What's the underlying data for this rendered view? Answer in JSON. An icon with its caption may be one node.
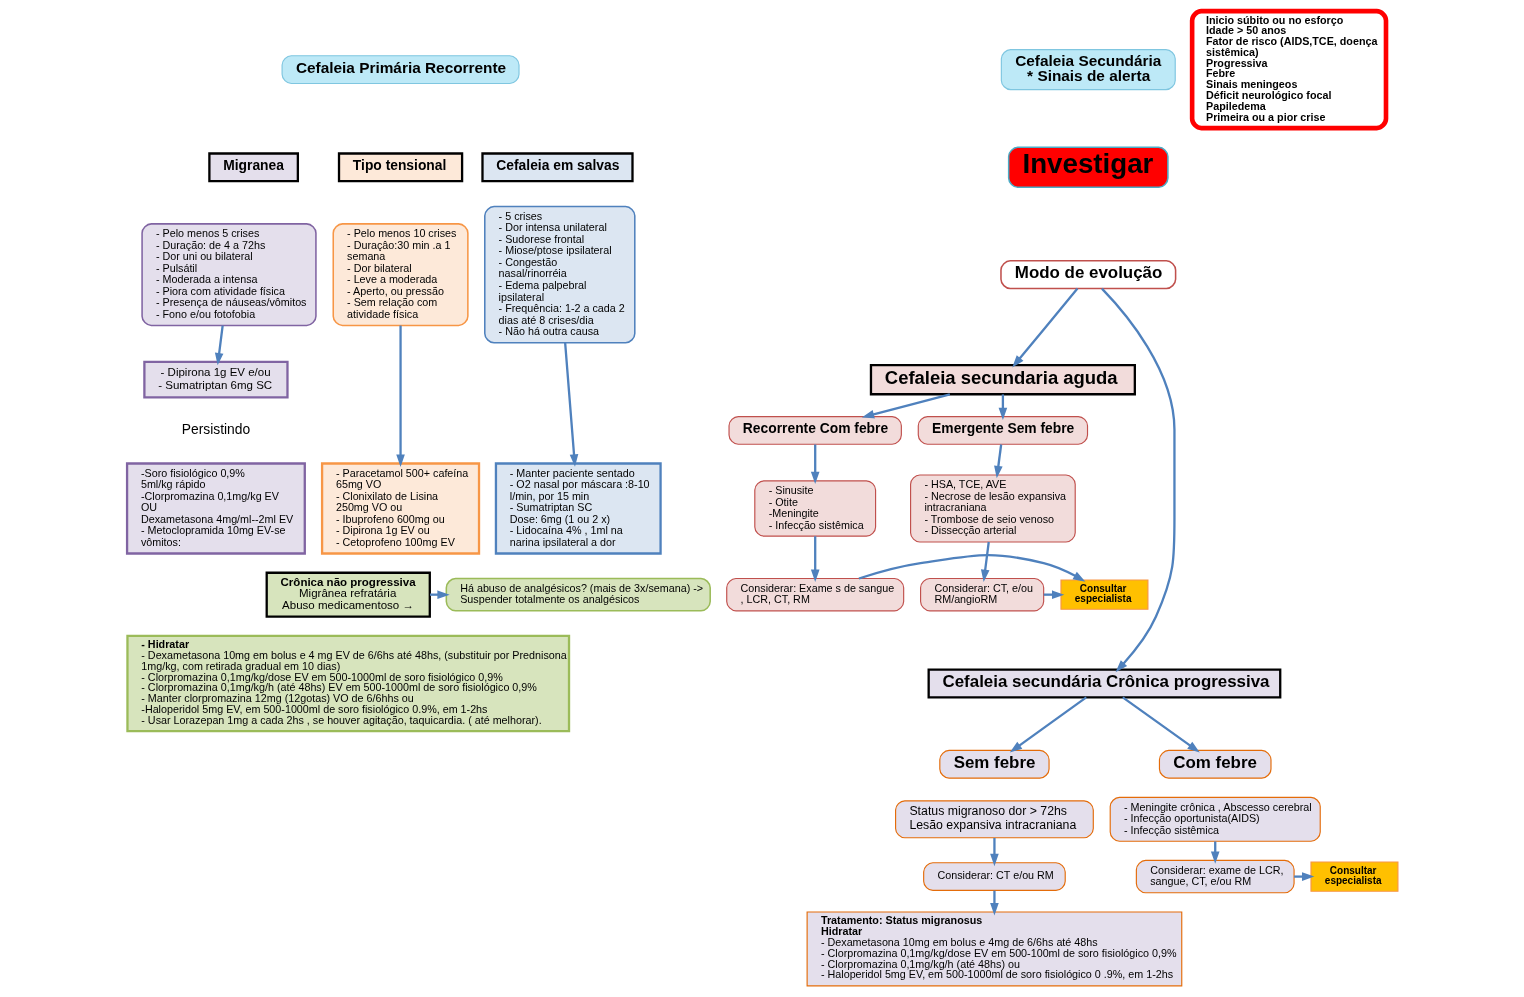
{
  "diagram": {
    "nodes": [
      {
        "text": [
          "Cefaleia Primária Recorrente"
        ]
      },
      {
        "text": [
          "Migranea"
        ]
      },
      {
        "text": [
          "Tipo tensional"
        ]
      },
      {
        "text": [
          "Cefaleia em salvas"
        ]
      },
      {
        "text": [
          "- Pelo menos 5 crises",
          "- Duração: de 4 a 72hs",
          "- Dor uni ou bilateral",
          "- Pulsátil",
          "- Moderada a intensa",
          "- Piora com atividade física",
          "- Presença de náuseas/vômitos",
          "- Fono e/ou fotofobia"
        ]
      },
      {
        "text": [
          "- Pelo menos 10 crises",
          "- Duraçâo:30 min .a 1 semana",
          "- Dor bilateral",
          "- Leve a moderada",
          "- Aperto, ou pressão",
          "- Sem relação com atividade física"
        ]
      },
      {
        "text": [
          "- 5 crises",
          "- Dor intensa unilateral",
          "- Sudorese frontal",
          "- Miose/ptose ipsilateral",
          "- Congestão nasal/rinorréia",
          "- Edema palpebral ipsilateral",
          "- Frequência: 1-2 a cada 2 dias até 8 crises/dia",
          "- Não há outra causa"
        ]
      },
      {
        "text": [
          "- Dipirona 1g EV e/ou",
          "- Sumatriptan 6mg SC"
        ]
      },
      {
        "text": [
          "-Soro fisiológico 0,9% 5ml/kg rápido",
          "-Clorpromazina 0,1mg/kg EV OU",
          "Dexametasona 4mg/ml--2ml EV",
          "- Metoclopramida 10mg EV-se vômitos:"
        ]
      },
      {
        "text": [
          "- Paracetamol 500+ cafeína 65mg VO",
          "- Clonixilato de Lisina 250mg VO ou",
          "- Ibuprofeno 600mg ou",
          "- Dipirona 1g EV ou",
          "- Cetoprofeno 100mg EV"
        ]
      },
      {
        "text": [
          "- Manter paciente sentado",
          "- O2 nasal por máscara :8-10 l/min, por 15 min",
          "- Sumatriptan SC",
          "Dose: 6mg (1 ou 2 x)",
          "- Lidocaína 4% , 1ml na narina ipsilateral a dor"
        ]
      },
      {
        "text": [
          "Crônica não progressiva",
          "Migrânea refratária",
          "Abuso medicamentoso →"
        ]
      },
      {
        "text": [
          "Há abuso de analgésicos? (mais de 3x/semana) ->",
          "Suspender totalmente os analgésicos"
        ]
      },
      {
        "text": [
          "- Hidratar",
          "- Dexametasona 10mg em bolus e 4 mg EV de 6/6hs até 48hs, (substituir por Prednisona 1mg/kg, com retirada gradual em 10 dias)",
          "- Clorpromazina 0,1mg/kg/dose EV em 500-1000ml de soro fisiológico 0,9%",
          "- Clorpromazina 0,1mg/kg/h (até 48hs) EV em 500-1000ml de soro fisiológico 0,9%",
          "- Manter clorpromazina 12mg (12gotas) VO de 6/6hhs ou",
          "-Haloperidol 5mg EV, em 500-1000ml de soro fisiológico 0.9%, em 1-2hs",
          "- Usar Lorazepan 1mg a cada 2hs , se houver agitação, taquicardia. ( até melhorar)."
        ]
      },
      {
        "text": [
          "Cefaleia Secundária",
          "* Sinais de alerta"
        ]
      },
      {
        "text": [
          "Inicio súbito ou no esforço",
          "Idade > 50 anos",
          "Fator de risco (AIDS,TCE, doença sistêmica)",
          "Progressiva",
          "Febre",
          "Sinais meningeos",
          "Déficit neurológico focal",
          "Papiledema",
          "Primeira ou a pior crise"
        ]
      },
      {
        "text": [
          "Investigar"
        ]
      },
      {
        "text": [
          "Modo de evolução"
        ]
      },
      {
        "text": [
          "Cefaleia secundaria aguda"
        ]
      },
      {
        "text": [
          "Recorrente Com febre"
        ]
      },
      {
        "text": [
          "Emergente Sem febre"
        ]
      },
      {
        "text": [
          "- Sinusite",
          "- Otite",
          "-Meningite",
          "- Infecção sistêmica"
        ]
      },
      {
        "text": [
          "- HSA, TCE, AVE",
          "- Necrose de lesão expansiva intracraniana",
          "- Trombose de seio venoso",
          "- Dissecção arterial"
        ]
      },
      {
        "text": [
          "Considerar: Exame s de sangue , LCR, CT, RM"
        ]
      },
      {
        "text": [
          "Consultar especialista"
        ]
      },
      {
        "text": [
          "Considerar: CT, e/ou RM/angioRM"
        ]
      },
      {
        "text": [
          "Cefaleia secundária Crônica progressiva"
        ]
      },
      {
        "text": [
          "Sem febre"
        ]
      },
      {
        "text": [
          "Com febre"
        ]
      },
      {
        "text": [
          "Status migranoso dor > 72hs",
          "Lesão expansiva intracraniana"
        ]
      },
      {
        "text": [
          "- Meningite crônica , Abscesso cerebral",
          "- Infecção oportunista(AIDS)",
          "- Infecção sistêmica"
        ]
      },
      {
        "text": [
          "Considerar: CT e/ou RM"
        ]
      },
      {
        "text": [
          "Consultar especialista"
        ]
      },
      {
        "text": [
          "Considerar: exame de LCR, sangue, CT, e/ou RM"
        ]
      },
      {
        "text": [
          "Tratamento: Status migranosus",
          "Hidratar",
          "- Dexametasona 10mg em bolus e 4mg de 6/6hs até 48hs",
          "- Clorpromazina 0,1mg/kg/dose EV em 500-100ml de soro fisiológico 0,9%",
          "- Clorpromazina 0,1mg/kg/h (até 48hs) ou",
          "- Haloperidol 5mg EV, em 500-1000ml de soro fisiológico 0 .9%, em 1-2hs"
        ]
      }
    ],
    "edges": [
      {
        "from": 4,
        "to": 7,
        "arrow": "to"
      },
      {
        "from": 5,
        "to": 9,
        "arrow": "to"
      },
      {
        "from": 6,
        "to": 10,
        "arrow": "to"
      },
      {
        "from": 11,
        "to": 12,
        "arrow": "to"
      },
      {
        "from": 17,
        "to": 18,
        "arrow": "to"
      },
      {
        "from": 17,
        "to": 26,
        "arrow": "to"
      },
      {
        "from": 18,
        "to": 19,
        "arrow": "to"
      },
      {
        "from": 18,
        "to": 20,
        "arrow": "to"
      },
      {
        "from": 19,
        "to": 21,
        "arrow": "to"
      },
      {
        "from": 20,
        "to": 22,
        "arrow": "to"
      },
      {
        "from": 21,
        "to": 23,
        "arrow": "to"
      },
      {
        "from": 22,
        "to": 25,
        "arrow": "to"
      },
      {
        "from": 23,
        "to": 24,
        "arrow": "to"
      },
      {
        "from": 25,
        "to": 24,
        "arrow": "to"
      },
      {
        "from": 26,
        "to": 27,
        "arrow": "to"
      },
      {
        "from": 26,
        "to": 28,
        "arrow": "to"
      },
      {
        "from": 29,
        "to": 31,
        "arrow": "to"
      },
      {
        "from": 31,
        "to": 34,
        "arrow": "to"
      },
      {
        "from": 30,
        "to": 33,
        "arrow": "to"
      },
      {
        "from": 33,
        "to": 32,
        "arrow": "to"
      }
    ],
    "labels": [
      "Persistindo"
    ]
  }
}
